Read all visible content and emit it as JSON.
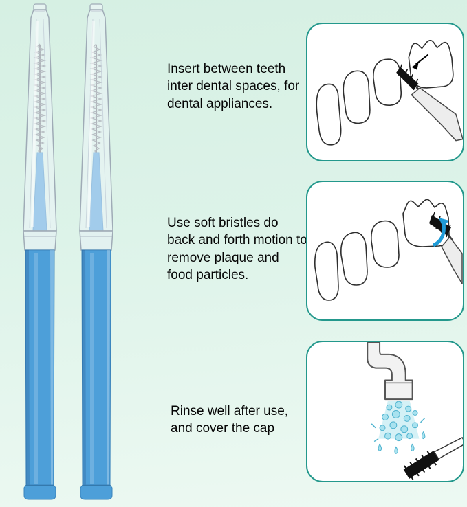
{
  "product": {
    "name": "two blue interdental brushes with clear protective caps",
    "brush_body_color": "#4d9fd9",
    "cap_color": "translucent white"
  },
  "panel_style": {
    "border_color": "#23988c",
    "background": "#ffffff"
  },
  "steps": [
    {
      "id": 1,
      "text": "Insert between teeth inter dental spaces, for dental appliances.",
      "illustration": "brush inserted between teeth"
    },
    {
      "id": 2,
      "text": "Use soft bristles do back and forth motion to remove plaque and food particles.",
      "illustration": "brush with back-and-forth motion arrow on teeth"
    },
    {
      "id": 3,
      "text": "Rinse well after use, and cover the cap",
      "illustration": "brush rinsed under running faucet"
    }
  ]
}
